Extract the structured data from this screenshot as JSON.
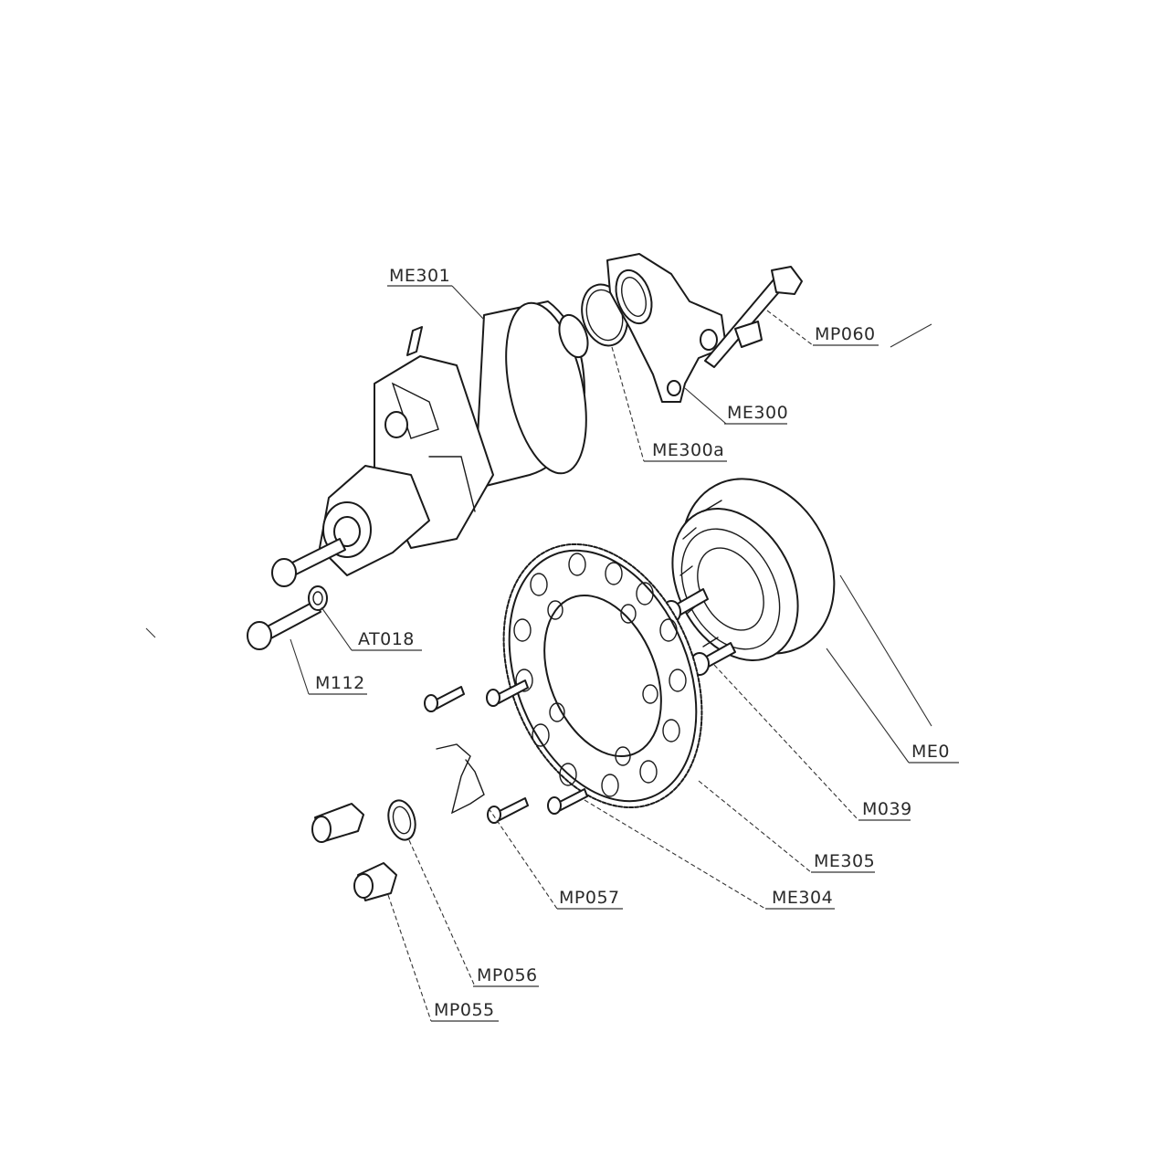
{
  "part_labels": {
    "me301": "ME301",
    "mp060": "MP060",
    "me300": "ME300",
    "me300a": "ME300a",
    "at018": "AT018",
    "m112": "M112",
    "me0": "ME0",
    "m039": "M039",
    "me305": "ME305",
    "mp057": "MP057",
    "me304": "ME304",
    "mp056": "MP056",
    "mp055": "MP055"
  }
}
